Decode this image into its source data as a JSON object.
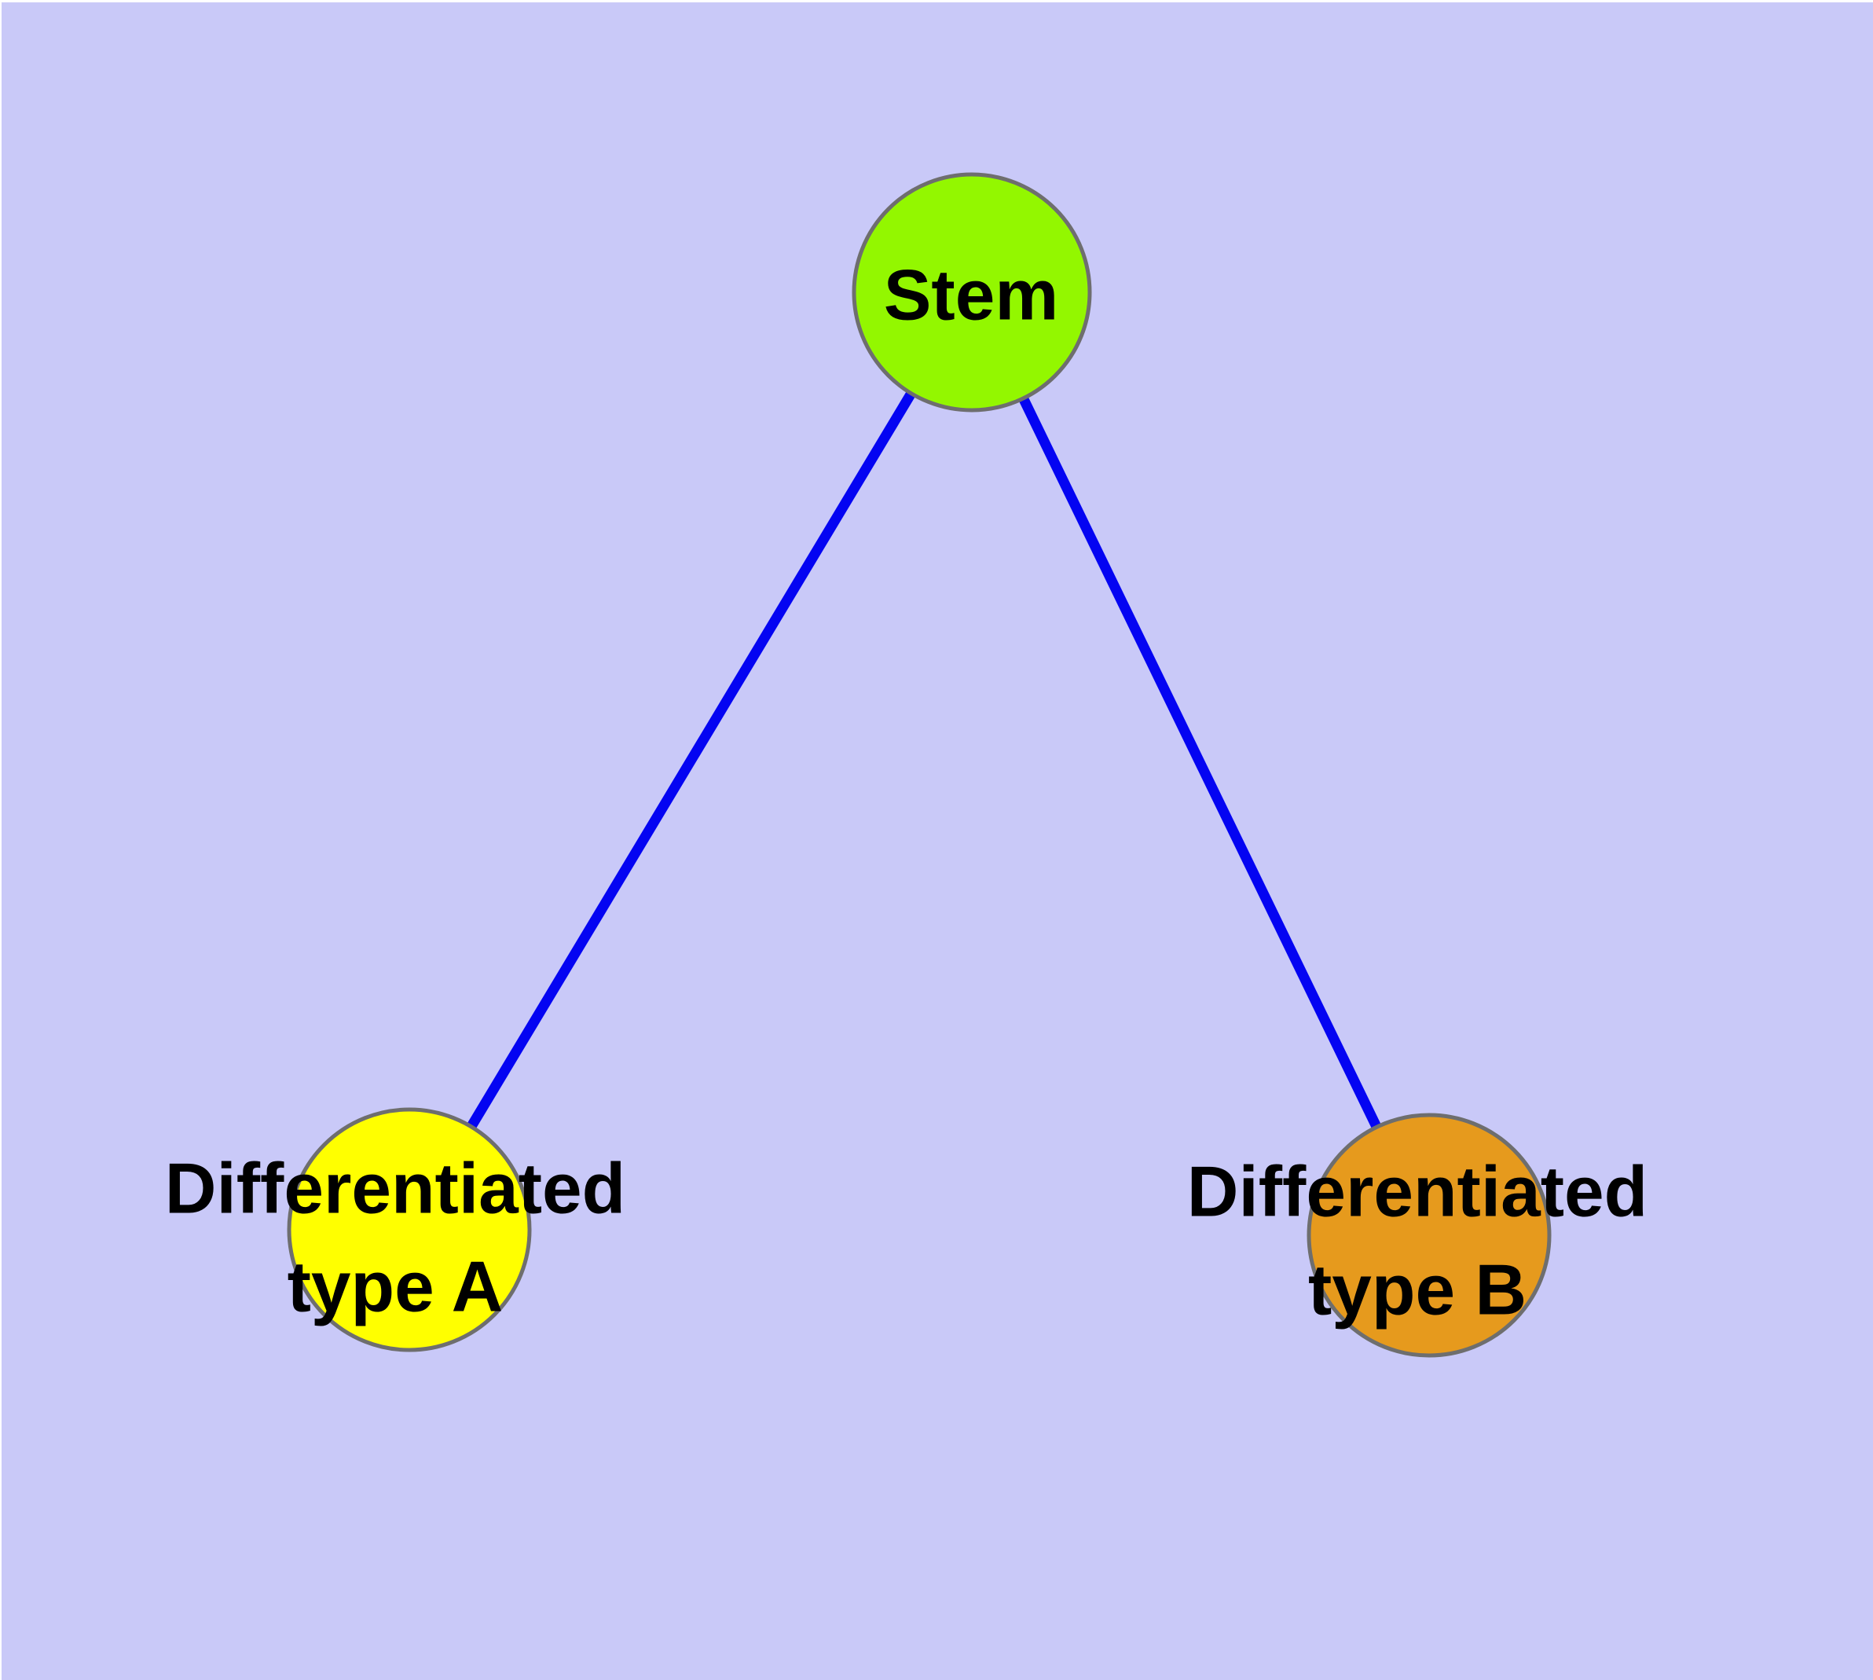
{
  "diagram": {
    "background_color": "#C9C9F8",
    "margin_color": "#FFFFFF",
    "edge_color": "#0404F2",
    "node_border_color": "#6E6E6E",
    "label_color": "#000000",
    "nodes": [
      {
        "id": "stem",
        "label": "Stem",
        "fill_color": "#93F700"
      },
      {
        "id": "type-a",
        "label": "Differentiated\ntype A",
        "fill_color": "#FFFF00"
      },
      {
        "id": "type-b",
        "label": "Differentiated\ntype B",
        "fill_color": "#E69A1D"
      }
    ],
    "edges": [
      {
        "from": "stem",
        "to": "type-a"
      },
      {
        "from": "stem",
        "to": "type-b"
      }
    ]
  }
}
